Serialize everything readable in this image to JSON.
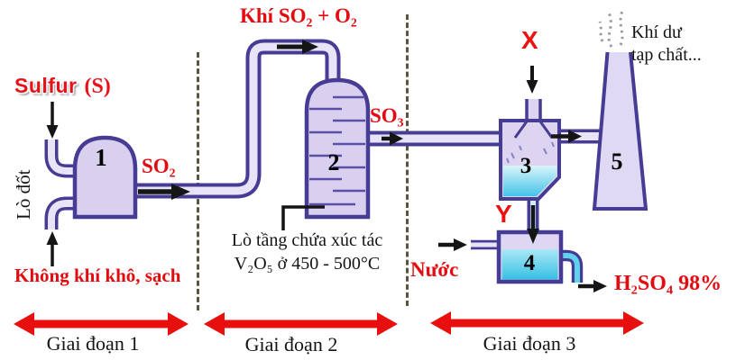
{
  "diagram_title": "So do san xuat H2SO4 (contact process)",
  "labels": {
    "sulfur_word": "Sulfur",
    "sulfur_paren": "(S)",
    "furnace_vertical": "Lò đốt",
    "air_inlet": "Không khí khô, sạch",
    "so2": "SO₂",
    "khi_so2_o2": "Khí SO₂ + O₂",
    "so3": "SO₃",
    "catalyst_line1": "Lò tầng chứa xúc tác",
    "catalyst_line2": "V₂O₅ ở 450 - 500°C",
    "x_mark": "X",
    "y_mark": "Y",
    "water": "Nước",
    "product": "H₂SO₄ 98%",
    "exhaust_line1": "Khí dư",
    "exhaust_line2": "tạp chất...",
    "stage1": "Giai đoạn 1",
    "stage2": "Giai đoạn 2",
    "stage3": "Giai đoạn 3"
  },
  "vessel_numbers": {
    "furnace": "1",
    "converter": "2",
    "absorber": "3",
    "dilution_tank": "4",
    "chimney": "5"
  },
  "colors": {
    "outline_purple": "#473c94",
    "vessel_fill": "#d9d0f0",
    "pipe_fill": "#e8e3f7",
    "liquid_cyan": "#4cc8ea",
    "accent_red": "#e30b10",
    "stage_arrow_red": "#e8100f",
    "flow_arrow_black": "#151515",
    "divider_dash": "#5b5540"
  }
}
